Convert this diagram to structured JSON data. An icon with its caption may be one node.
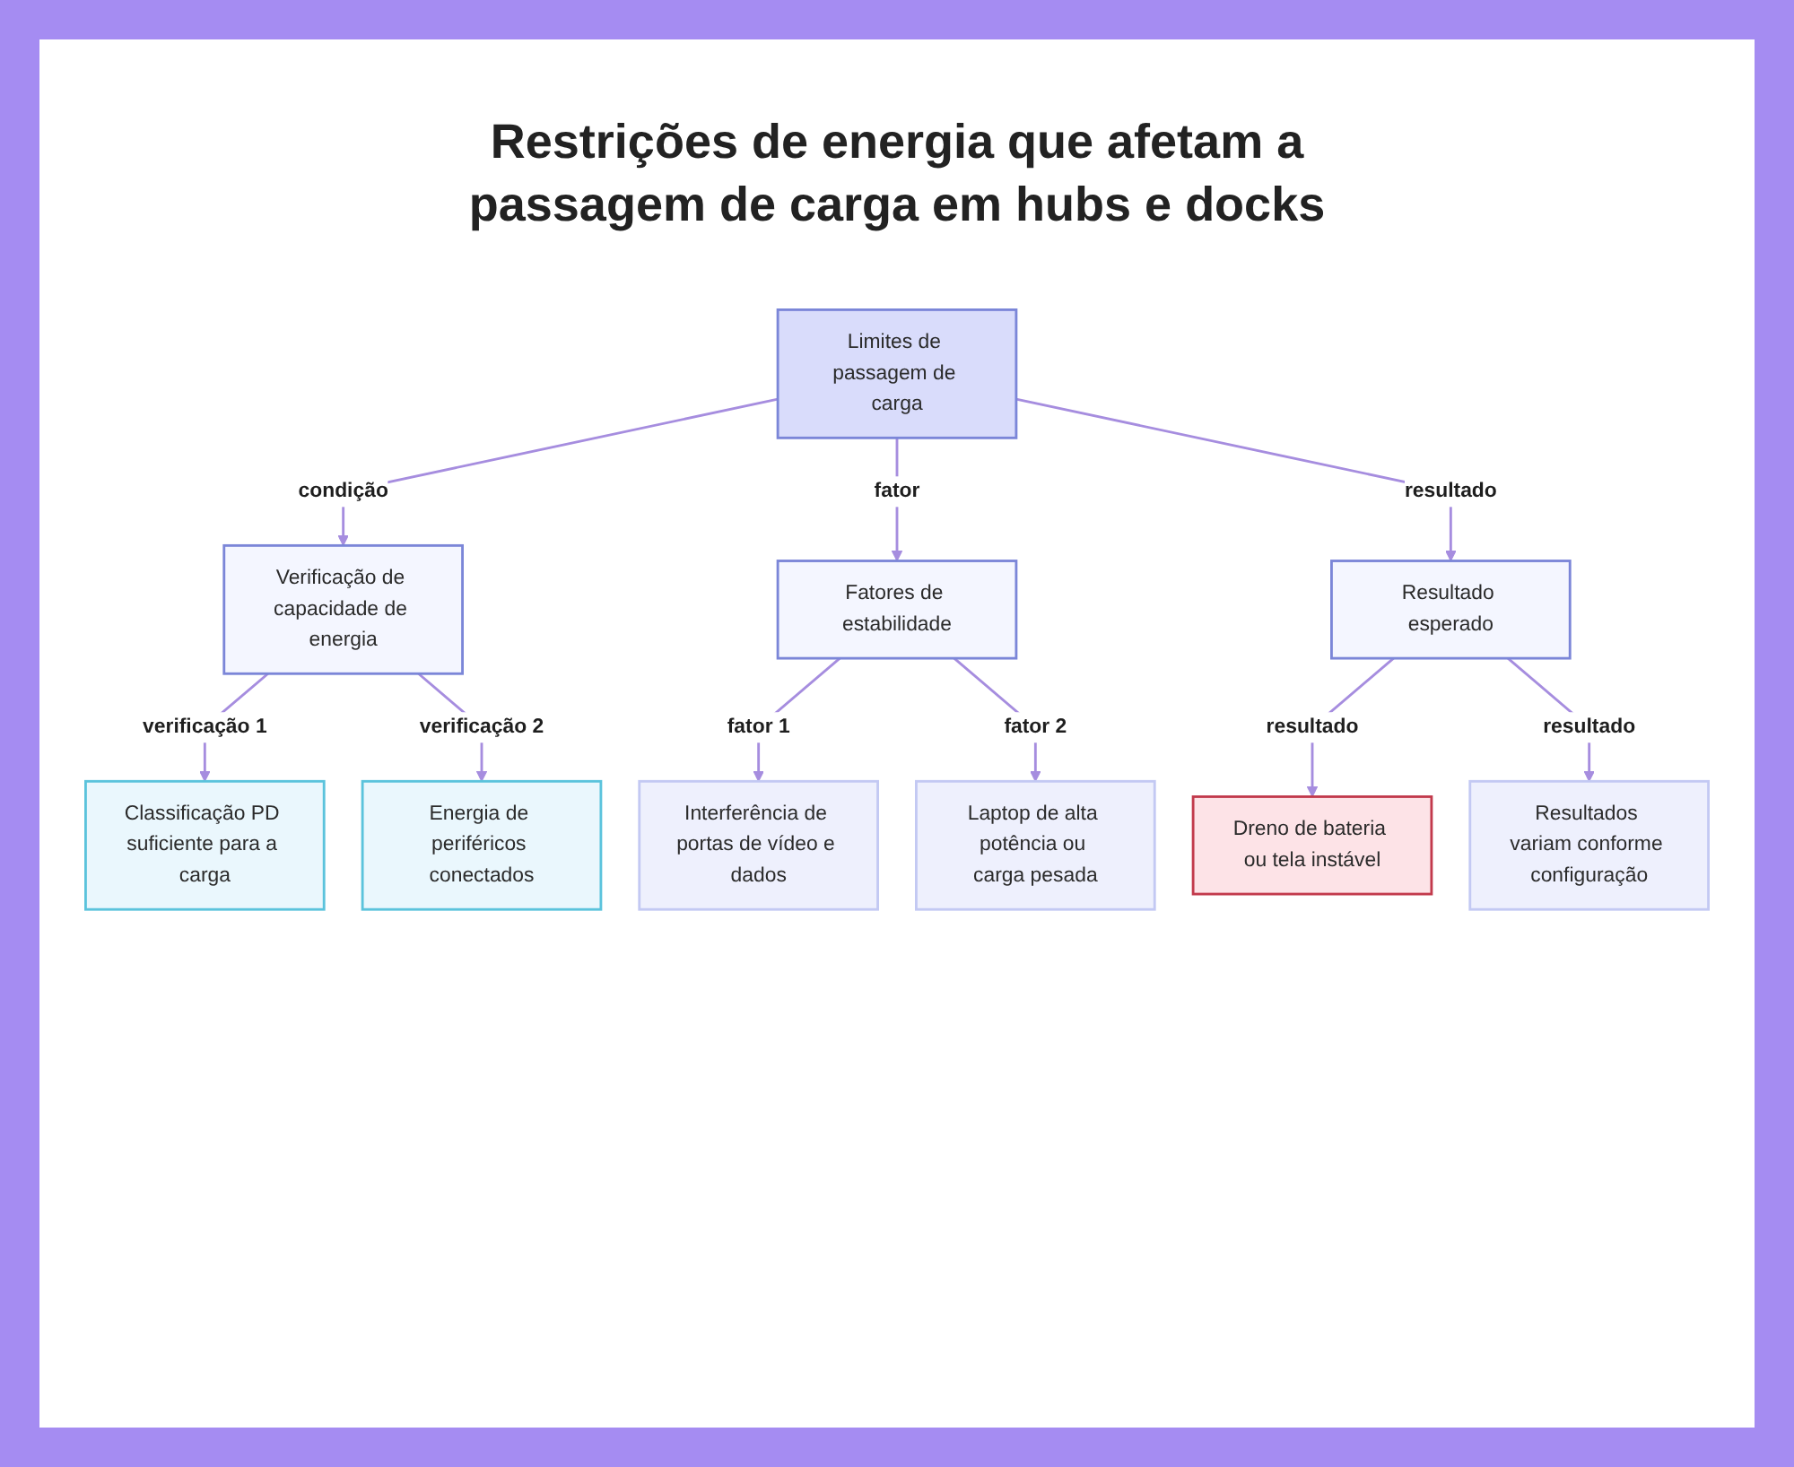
{
  "diagram": {
    "title": "Restrições de energia que afetam a passagem de carga em hubs e docks",
    "nodes": [
      {
        "text": [
          "Limites de passagem de carga"
        ]
      },
      {
        "text": [
          "Verificação de capacidade de energia"
        ]
      },
      {
        "text": [
          "Fatores de estabilidade"
        ]
      },
      {
        "text": [
          "Resultado esperado"
        ]
      },
      {
        "text": [
          "Classificação PD suficiente para a carga"
        ]
      },
      {
        "text": [
          "Energia de periféricos conectados"
        ]
      },
      {
        "text": [
          "Interferência de portas de vídeo e dados"
        ]
      },
      {
        "text": [
          "Laptop de alta potência ou carga pesada"
        ]
      },
      {
        "text": [
          "Dreno de bateria ou tela instável"
        ]
      },
      {
        "text": [
          "Resultados variam conforme configuração"
        ]
      }
    ],
    "edges": [
      {
        "from": 0,
        "to": 1,
        "arrow": "to",
        "label": "condição"
      },
      {
        "from": 0,
        "to": 2,
        "arrow": "to",
        "label": "fator"
      },
      {
        "from": 0,
        "to": 3,
        "arrow": "to",
        "label": "resultado"
      },
      {
        "from": 1,
        "to": 4,
        "arrow": "to",
        "label": "verificação 1"
      },
      {
        "from": 1,
        "to": 5,
        "arrow": "to",
        "label": "verificação 2"
      },
      {
        "from": 2,
        "to": 6,
        "arrow": "to",
        "label": "fator 1"
      },
      {
        "from": 2,
        "to": 7,
        "arrow": "to",
        "label": "fator 2"
      },
      {
        "from": 3,
        "to": 8,
        "arrow": "to",
        "label": "resultado"
      },
      {
        "from": 3,
        "to": 9,
        "arrow": "to",
        "label": "resultado"
      }
    ]
  }
}
